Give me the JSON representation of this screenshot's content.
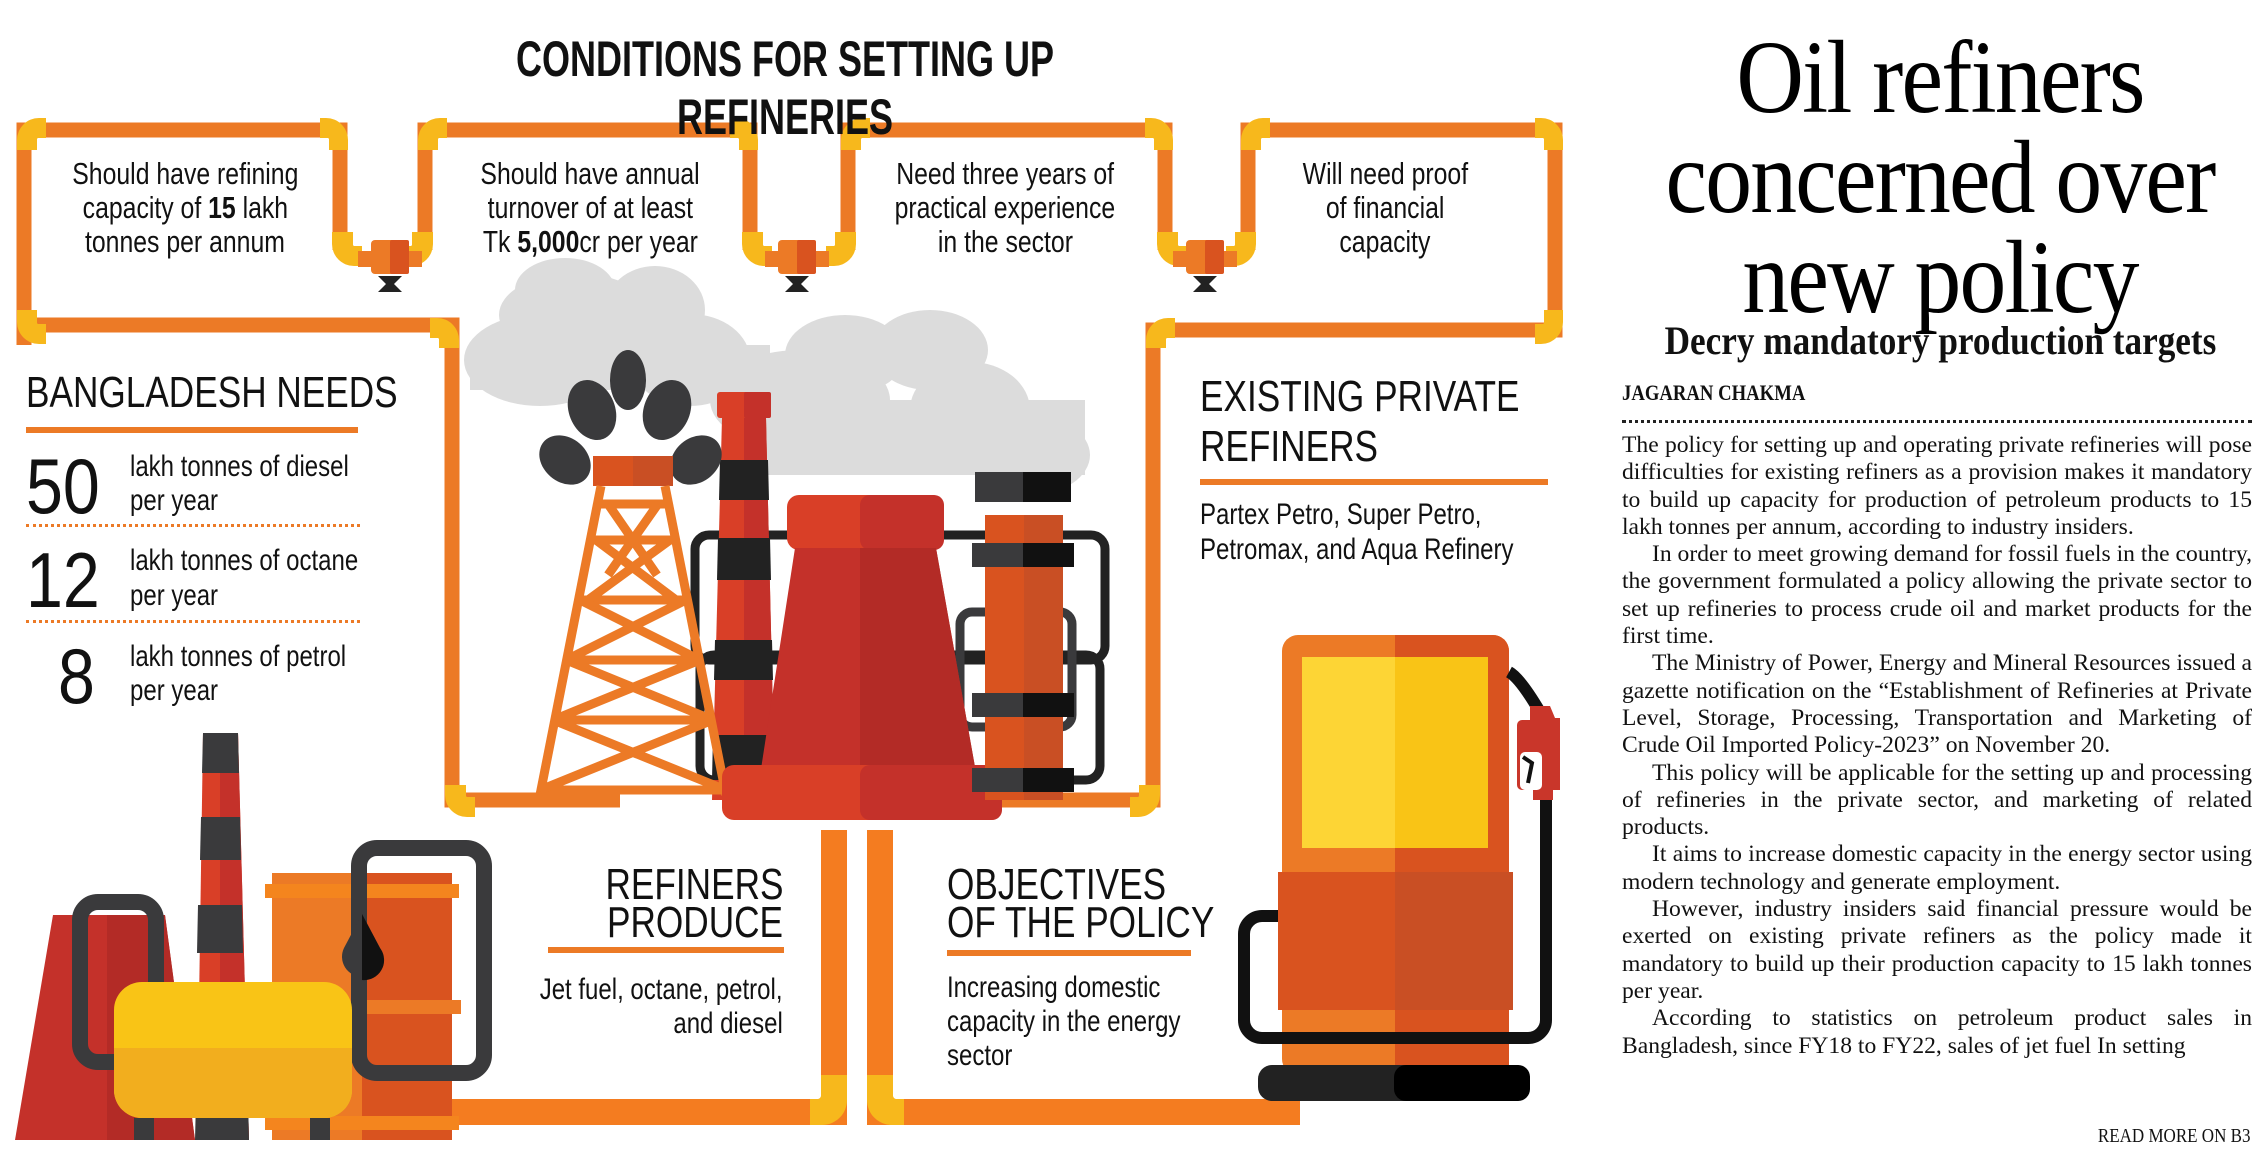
{
  "infographic": {
    "title": "CONDITIONS FOR SETTING UP REFINERIES",
    "conditions": [
      {
        "lines": [
          "Should have refining",
          "capacity of ",
          "15",
          " lakh",
          "tonnes per annum"
        ]
      },
      {
        "lines": [
          "Should have annual",
          "turnover of at least",
          "Tk ",
          "5,000",
          "cr per year"
        ]
      },
      {
        "lines": [
          "Need three years of",
          "practical experience",
          "in the sector"
        ]
      },
      {
        "lines": [
          "Will need proof",
          "of financial",
          "capacity"
        ]
      }
    ],
    "bangladesh_needs": {
      "title": "BANGLADESH NEEDS",
      "items": [
        {
          "value": "50",
          "line1": "lakh tonnes of diesel",
          "line2": "per year"
        },
        {
          "value": "12",
          "line1": "lakh tonnes of octane",
          "line2": "per year"
        },
        {
          "value": "8",
          "line1": "lakh tonnes of petrol",
          "line2": "per year"
        }
      ]
    },
    "existing_refiners": {
      "title_line1": "EXISTING PRIVATE",
      "title_line2": "REFINERS",
      "text_line1": "Partex Petro, Super Petro,",
      "text_line2": "Petromax, and Aqua Refinery"
    },
    "refiners_produce": {
      "title_line1": "REFINERS",
      "title_line2": "PRODUCE",
      "text_line1": "Jet fuel, octane, petrol,",
      "text_line2": "and diesel"
    },
    "objectives": {
      "title_line1": "OBJECTIVES",
      "title_line2": "OF THE POLICY",
      "text_line1": "Increasing domestic",
      "text_line2": "capacity in the energy",
      "text_line3": "sector"
    },
    "colors": {
      "pipe": "#ec7a26",
      "joint": "#f7b81c",
      "red": "#d93f27",
      "dark_red": "#b32b26",
      "black": "#222222",
      "cloud": "#dcdcdc",
      "yellow": "#f9c416"
    }
  },
  "article": {
    "headline_line1": "Oil refiners",
    "headline_line2": "concerned over",
    "headline_line3": "new policy",
    "subheadline": "Decry mandatory production targets",
    "byline": "JAGARAN CHAKMA",
    "paragraphs": [
      "The policy for setting up and operating private refineries will pose difficulties for existing refiners as a provision makes it mandatory to build up capacity for production of petroleum products to 15 lakh tonnes per annum, according to industry insiders.",
      "In order to meet growing demand for fossil fuels in the country, the government formulated a policy allowing the private sector to set up refineries to process crude oil and market products for the first time.",
      "The Ministry of Power, Energy and Mineral Resources issued a gazette notification on the “Establishment of Refineries at Private Level, Storage, Processing, Transportation and Marketing of Crude Oil Imported Policy-2023” on November 20.",
      "This policy will be applicable for the setting up and processing of refineries in the private sector, and marketing of related products.",
      "It aims to increase domestic capacity in the energy sector using modern technology and generate employment.",
      "However, industry insiders said financial pressure would be exerted on existing private refiners as the policy made it mandatory to build up their production capacity to 15 lakh tonnes per year.",
      "According to statistics on petroleum product sales in Bangladesh, since FY18 to FY22, sales of jet fuel In setting"
    ],
    "read_more": "READ MORE ON B3"
  }
}
